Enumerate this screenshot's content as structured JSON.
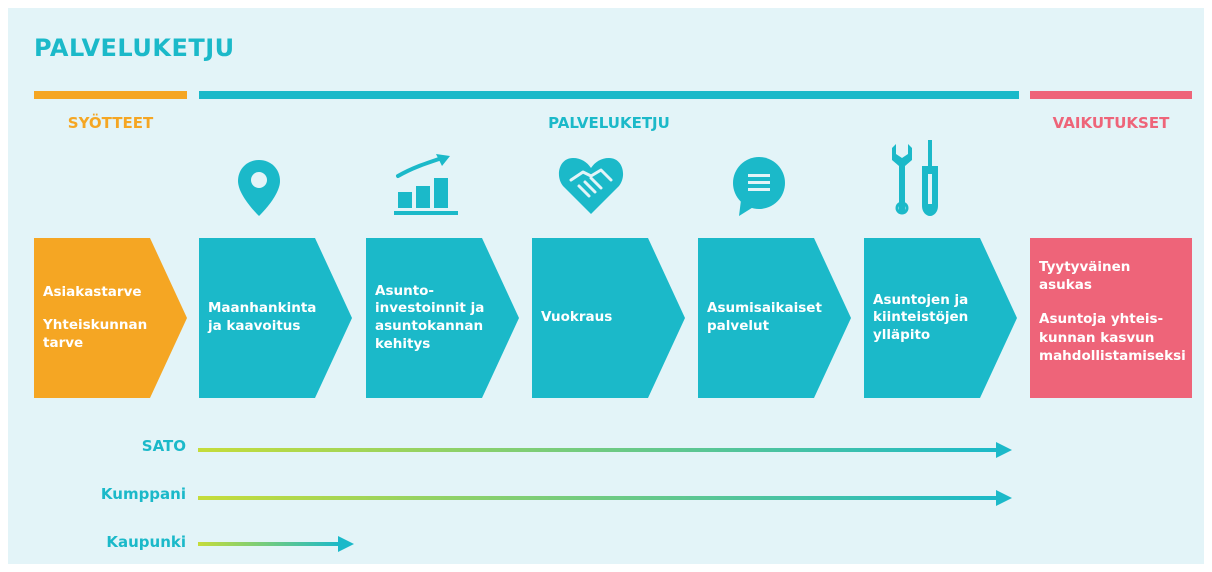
{
  "title": "PALVELUKETJU",
  "sections": {
    "inputs": "SYÖTTEET",
    "chain": "PALVELUKETJU",
    "outcomes": "VAIKUTUKSET"
  },
  "input_lines": [
    "Asiakastarve",
    "",
    "Yhteiskunnan",
    "tarve"
  ],
  "chain_steps": [
    {
      "icon": "location-pin-icon",
      "lines": [
        "Maanhankinta",
        "ja kaavoitus"
      ]
    },
    {
      "icon": "growth-chart-icon",
      "lines": [
        "Asunto-",
        "investoinnit ja",
        "asuntokannan",
        "kehitys"
      ]
    },
    {
      "icon": "handshake-heart-icon",
      "lines": [
        "Vuokraus"
      ]
    },
    {
      "icon": "chat-bubble-icon",
      "lines": [
        "Asumisaikaiset",
        "palvelut"
      ]
    },
    {
      "icon": "wrench-screwdriver-icon",
      "lines": [
        "Asuntojen ja",
        "kiinteistöjen",
        "ylläpito"
      ]
    }
  ],
  "outcome_lines": [
    "Tyytyväinen",
    "asukas",
    "",
    "Asuntoja yhteis-",
    "kunnan kasvun",
    "mahdollistamiseksi"
  ],
  "actors": [
    {
      "name": "SATO",
      "reach": "Asuntojen ja kiinteistöjen ylläpito"
    },
    {
      "name": "Kumppani",
      "reach": "Asuntojen ja kiinteistöjen ylläpito"
    },
    {
      "name": "Kaupunki",
      "reach": "Maanhankinta ja kaavoitus"
    }
  ],
  "colors": {
    "teal": "#1bb9c9",
    "orange": "#f5a623",
    "pink": "#ee6479",
    "background": "#e3f4f8",
    "gradient_start": "#c5dc3a",
    "gradient_end": "#1bb9c9"
  }
}
